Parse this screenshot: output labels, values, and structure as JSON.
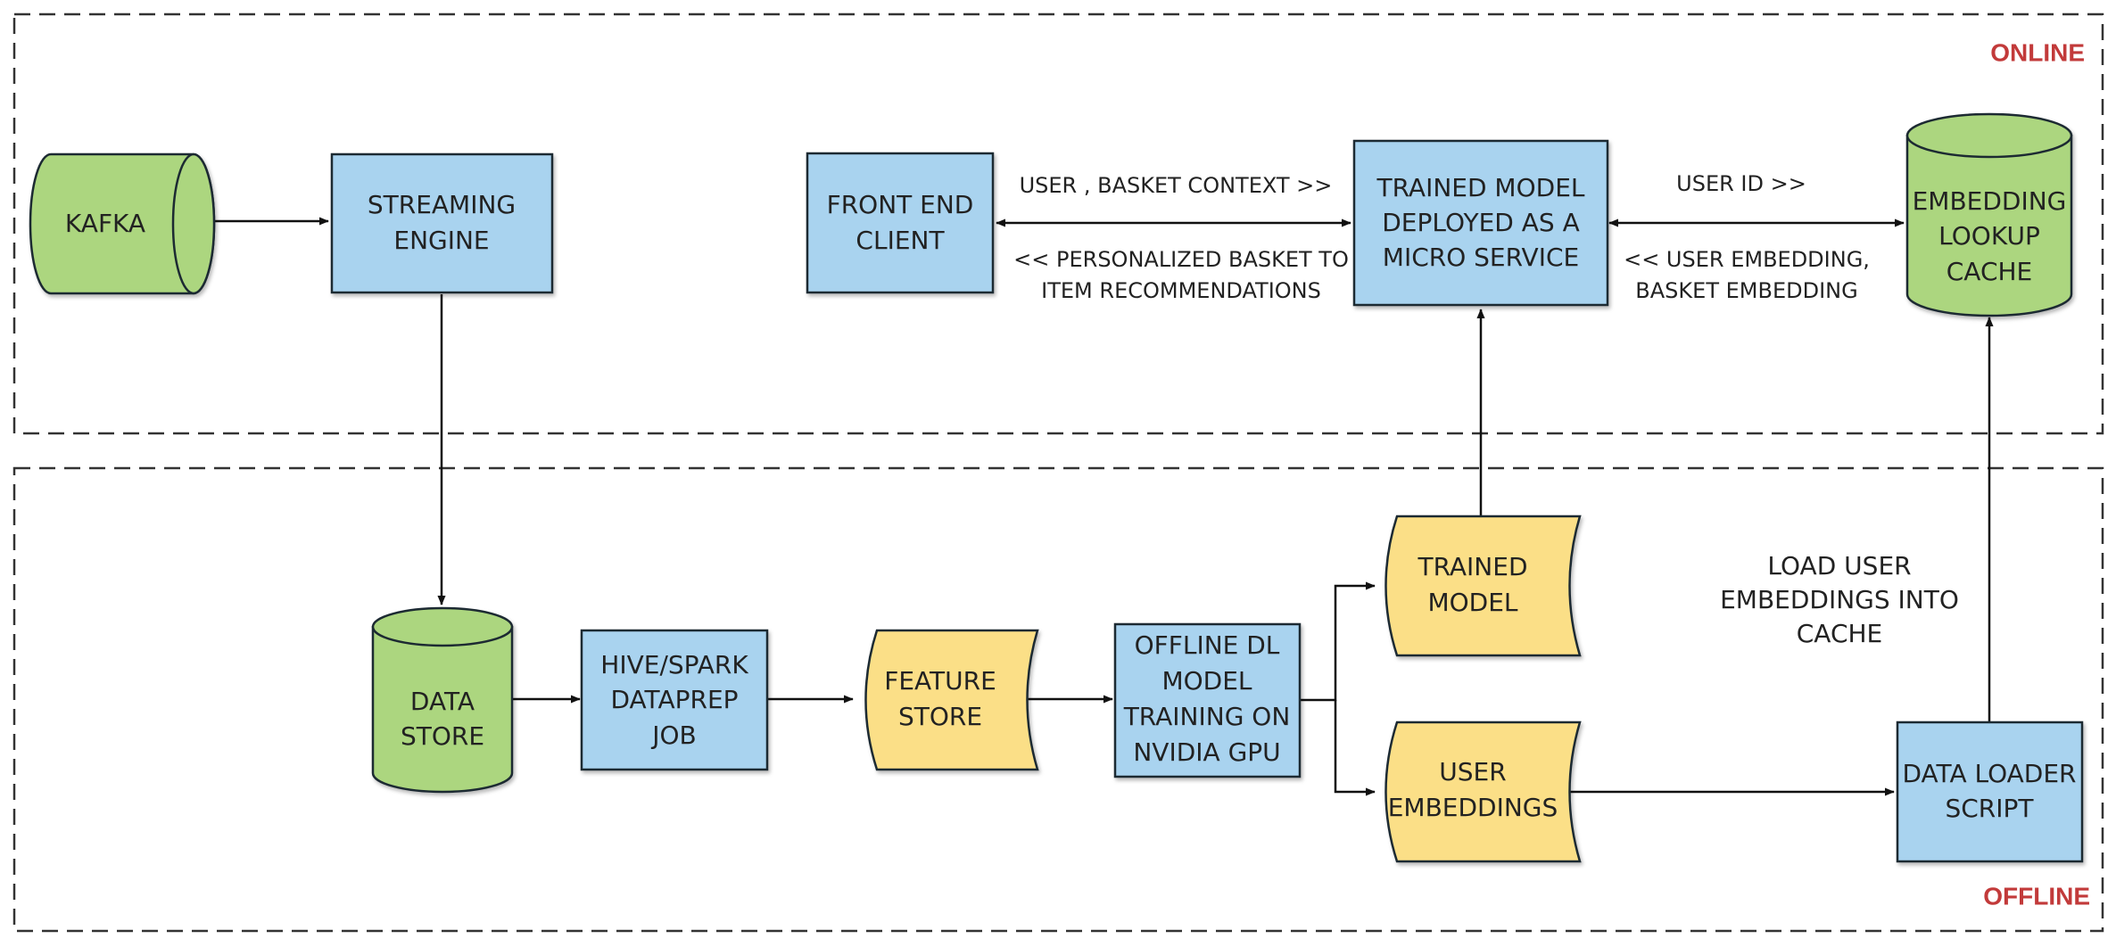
{
  "zones": {
    "online": "ONLINE",
    "offline": "OFFLINE"
  },
  "nodes": {
    "kafka": "KAFKA",
    "streaming_engine": [
      "STREAMING",
      "ENGINE"
    ],
    "front_end_client": [
      "FRONT END",
      "CLIENT"
    ],
    "trained_model_service": [
      "TRAINED MODEL",
      "DEPLOYED AS A",
      "MICRO SERVICE"
    ],
    "embedding_lookup_cache": [
      "EMBEDDING",
      "LOOKUP",
      "CACHE"
    ],
    "data_store": [
      "DATA",
      "STORE"
    ],
    "hive_spark_job": [
      "HIVE/SPARK",
      "DATAPREP",
      "JOB"
    ],
    "feature_store": [
      "FEATURE",
      "STORE"
    ],
    "offline_training": [
      "OFFLINE DL",
      "MODEL",
      "TRAINING ON",
      "NVIDIA GPU"
    ],
    "trained_model": [
      "TRAINED",
      "MODEL"
    ],
    "user_embeddings": [
      "USER",
      "EMBEDDINGS"
    ],
    "data_loader_script": [
      "DATA LOADER",
      "SCRIPT"
    ]
  },
  "edge_labels": {
    "client_to_service": "USER , BASKET CONTEXT  >>",
    "service_to_client": [
      "<< PERSONALIZED BASKET TO",
      "ITEM RECOMMENDATIONS"
    ],
    "service_to_cache": "USER ID  >>",
    "cache_to_service": [
      "<< USER EMBEDDING,",
      "BASKET EMBEDDING"
    ],
    "loader_to_cache": [
      "LOAD USER",
      "EMBEDDINGS INTO",
      "CACHE"
    ]
  },
  "colors": {
    "process": "#a9d3ef",
    "storage": "#acd67f",
    "artifact": "#fbdf87",
    "zone_label": "#c23a3a"
  }
}
